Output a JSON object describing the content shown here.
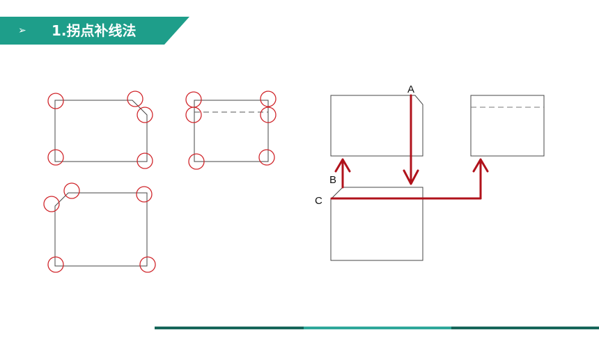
{
  "header": {
    "arrow_icon": "arrow-right-icon",
    "title": "1.拐点补线法"
  },
  "diagram": {
    "labels": {
      "a": "A",
      "b": "B",
      "c": "C"
    }
  },
  "colors": {
    "banner": "#1e9e8a",
    "circle": "#d0262b",
    "flow_arrow": "#b0121b",
    "outline": "#444444",
    "dashed": "#777777",
    "footer_dark": "#17665a",
    "footer_mid": "#2fa79a",
    "footer_light": "#17665a"
  }
}
